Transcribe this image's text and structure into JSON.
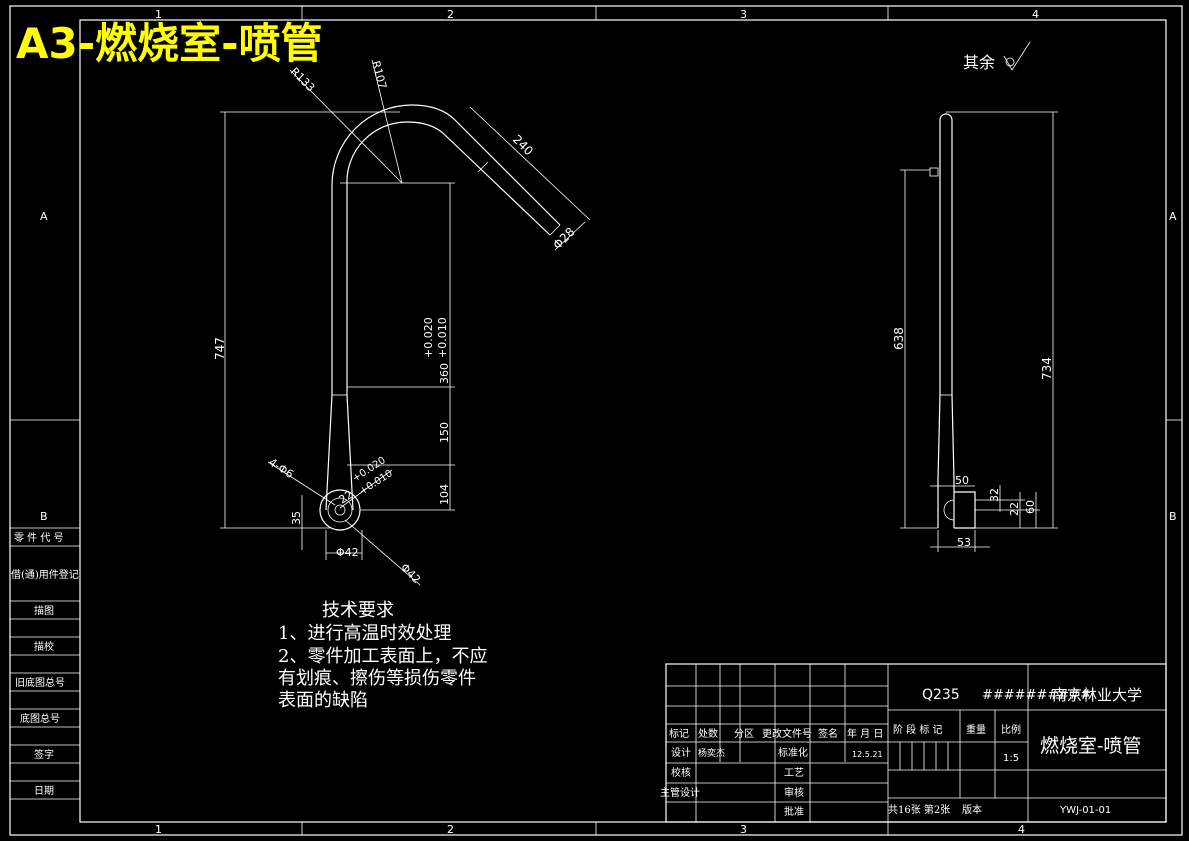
{
  "sheet": {
    "title": "A3-燃烧室-喷管",
    "roughness_note": "其余",
    "zone_numbers": [
      "1",
      "2",
      "3",
      "4"
    ],
    "zone_letters": [
      "A",
      "B"
    ]
  },
  "left_panel": {
    "labels": [
      "零 件 代 号",
      "借(通)用件登记",
      "描图",
      "描校",
      "旧底图总号",
      "底图总号",
      "签字",
      "日期"
    ]
  },
  "front_view": {
    "dims": {
      "r133": "R133",
      "r107": "R107",
      "d240": "240",
      "d28": "Φ28",
      "d747": "747",
      "d360": "360",
      "tol360a": "+0.020",
      "tol360b": "+0.010",
      "d150": "150",
      "d104": "104",
      "d35": "35",
      "d4phi6": "4-Φ6",
      "d22": "22",
      "tol22a": "+0.020",
      "tol22b": "+0.010",
      "d42a": "Φ42",
      "d42b": "Φ42"
    }
  },
  "side_view": {
    "dims": {
      "d638": "638",
      "d734": "734",
      "d50": "50",
      "d32": "32",
      "d22": "22",
      "d60": "60",
      "d53": "53"
    }
  },
  "notes": {
    "heading": "技术要求",
    "lines": [
      "1、进行高温时效处理",
      "2、零件加工表面上，不应",
      "有划痕、擦伤等损伤零件",
      "表面的缺陷"
    ]
  },
  "title_block": {
    "material": "Q235",
    "hash": "##########",
    "school": "南京林业大学",
    "part_name": "燃烧室-喷管",
    "headers": [
      "标记",
      "处数",
      "分区",
      "更改文件号",
      "签名",
      "年 月 日"
    ],
    "stage_header": "阶 段 标 记",
    "weight_header": "重量",
    "scale_header": "比例",
    "scale": "1:5",
    "design_label": "设计",
    "designer": "杨奕杰",
    "standard_label": "标准化",
    "date": "12.5.21",
    "check_label": "校核",
    "process_label": "工艺",
    "chief_label": "主管设计",
    "review_label": "审核",
    "approve_label": "批准",
    "sheets": "共16张 第2张",
    "version": "版本",
    "drawing_no": "YWJ-01-01"
  }
}
